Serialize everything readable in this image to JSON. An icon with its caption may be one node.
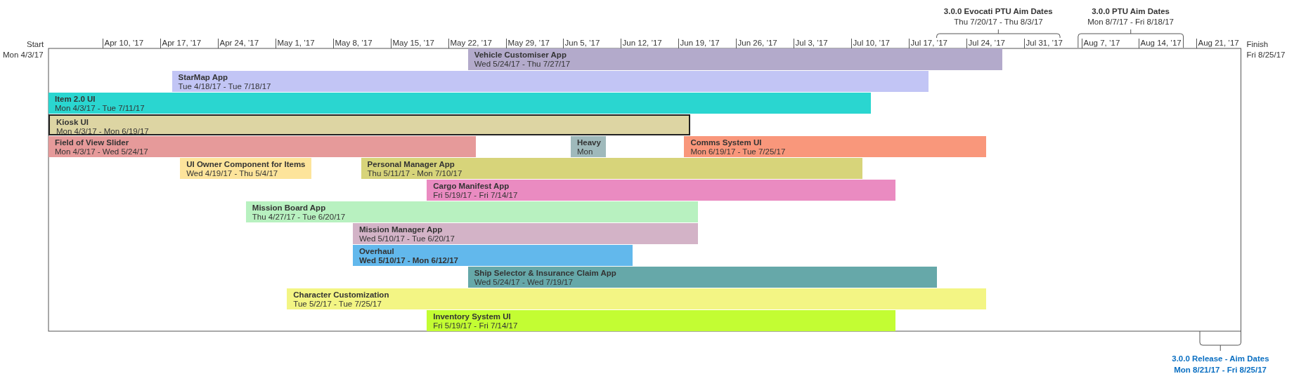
{
  "diagram": {
    "nodes": [
      {
        "text": [
          "Vehicle Customiser App",
          "Wed 5/24/17 - Thu 7/27/17"
        ]
      },
      {
        "text": [
          "StarMap App",
          "Tue 4/18/17 - Tue 7/18/17"
        ]
      },
      {
        "text": [
          "Item 2.0 UI",
          "Mon 4/3/17 - Tue 7/11/17"
        ]
      },
      {
        "text": [
          "Kiosk UI",
          "Mon 4/3/17 - Mon 6/19/17"
        ]
      },
      {
        "text": [
          "Field of View Slider",
          "Mon 4/3/17 - Wed 5/24/17"
        ]
      },
      {
        "text": [
          "Heavy",
          "Mon"
        ]
      },
      {
        "text": [
          "Comms System UI",
          "Mon 6/19/17 - Tue 7/25/17"
        ]
      },
      {
        "text": [
          "UI Owner Component for Items",
          "Wed 4/19/17 - Thu 5/4/17"
        ]
      },
      {
        "text": [
          "Personal Manager App",
          "Thu 5/11/17 - Mon 7/10/17"
        ]
      },
      {
        "text": [
          "Cargo Manifest App",
          "Fri 5/19/17 - Fri 7/14/17"
        ]
      },
      {
        "text": [
          "Mission Board App",
          "Thu 4/27/17 - Tue 6/20/17"
        ]
      },
      {
        "text": [
          "Mission Manager App",
          "Wed 5/10/17 - Tue 6/20/17"
        ]
      },
      {
        "text": [
          "Overhaul",
          "Wed 5/10/17 - Mon 6/12/17"
        ]
      },
      {
        "text": [
          "Ship Selector & Insurance Claim App",
          "Wed 5/24/17 - Wed 7/19/17"
        ]
      },
      {
        "text": [
          "Character Customization",
          "Tue 5/2/17 - Tue 7/25/17"
        ]
      },
      {
        "text": [
          "Inventory System UI",
          "Fri 5/19/17 - Fri 7/14/17"
        ]
      }
    ],
    "labels": [
      "3.0.0 Evocati PTU Aim Dates",
      "Thu 7/20/17 - Thu 8/3/17",
      "3.0.0 PTU Aim Dates",
      "Mon 8/7/17 - Fri 8/18/17",
      "Start",
      "Apr 10, ’17",
      "Apr 17, ’17",
      "Apr 24, ’17",
      "May 1, ’17",
      "May 8, ’17",
      "May 15, ’17",
      "May 22, ’17",
      "May 29, ’17",
      "Jun 5, ’17",
      "Jun 12, ’17",
      "Jun 19, ’17",
      "Jun 26, ’17",
      "Jul 3, ’17",
      "Jul 10, ’17",
      "Jul 17, ’17",
      "Jul 24, ’17",
      "Jul 31, ’17",
      "Aug 7, ’17",
      "Aug 14, ’17",
      "Aug 21, ’17",
      "Finish",
      "Mon 4/3/17",
      "Fri 8/25/17",
      "3.0.0 Release - Aim Dates",
      "Mon 8/21/17 - Fri 8/25/17"
    ]
  }
}
